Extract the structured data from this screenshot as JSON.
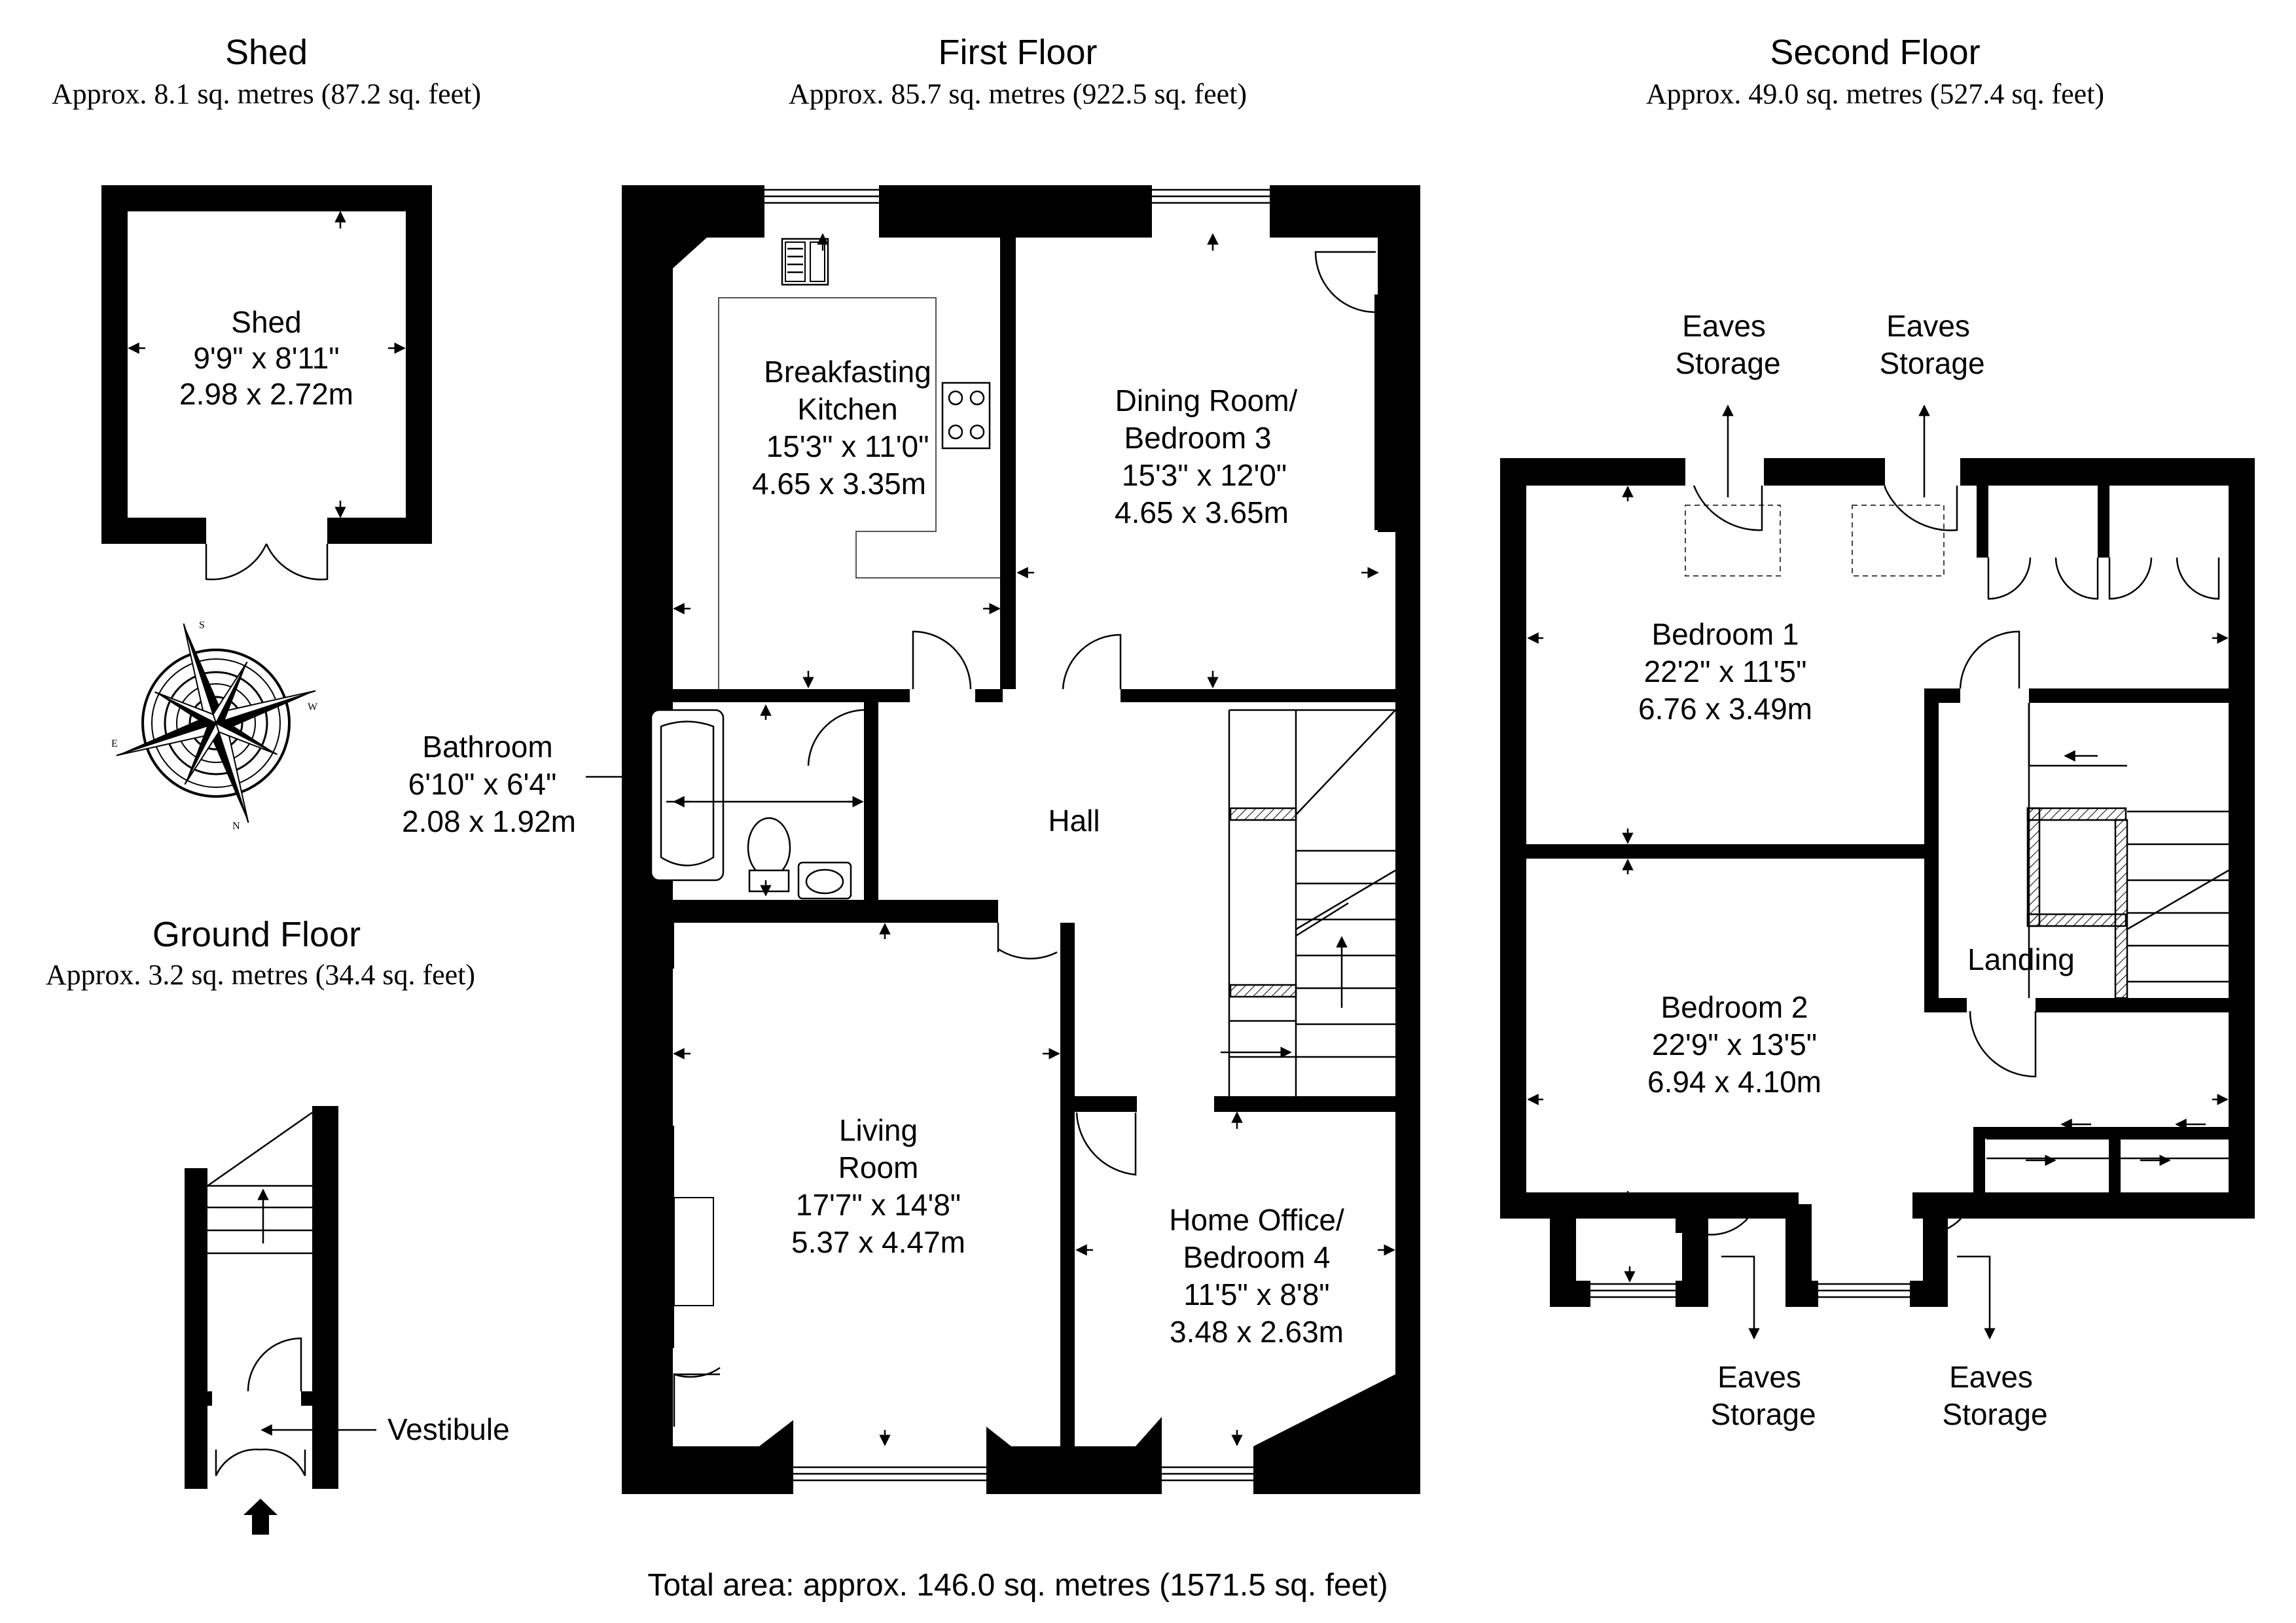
{
  "floors": {
    "shed": {
      "title": "Shed",
      "area": "Approx. 8.1 sq. metres (87.2 sq. feet)"
    },
    "first": {
      "title": "First Floor",
      "area": "Approx. 85.7 sq. metres (922.5 sq. feet)"
    },
    "second": {
      "title": "Second Floor",
      "area": "Approx. 49.0 sq. metres (527.4 sq. feet)"
    },
    "ground": {
      "title": "Ground Floor",
      "area": "Approx. 3.2 sq. metres (34.4 sq. feet)"
    }
  },
  "rooms": {
    "shed": {
      "name": "Shed",
      "imperial": "9'9\" x 8'11\"",
      "metric": "2.98 x 2.72m"
    },
    "kitchen": {
      "name1": "Breakfasting",
      "name2": "Kitchen",
      "imperial": "15'3\" x 11'0\"",
      "metric": "4.65 x 3.35m"
    },
    "dining": {
      "name1": "Dining Room/",
      "name2": "Bedroom 3",
      "imperial": "15'3\" x 12'0\"",
      "metric": "4.65 x 3.65m"
    },
    "bathroom": {
      "name": "Bathroom",
      "imperial": "6'10\" x 6'4\"",
      "metric": "2.08 x 1.92m"
    },
    "hall": {
      "name": "Hall"
    },
    "living": {
      "name1": "Living",
      "name2": "Room",
      "imperial": "17'7\" x 14'8\"",
      "metric": "5.37 x 4.47m"
    },
    "office": {
      "name1": "Home Office/",
      "name2": "Bedroom 4",
      "imperial": "11'5\" x 8'8\"",
      "metric": "3.48 x 2.63m"
    },
    "bedroom1": {
      "name": "Bedroom 1",
      "imperial": "22'2\" x 11'5\"",
      "metric": "6.76 x 3.49m"
    },
    "bedroom2": {
      "name": "Bedroom 2",
      "imperial": "22'9\" x 13'5\"",
      "metric": "6.94 x 4.10m"
    },
    "landing": {
      "name": "Landing"
    },
    "vestibule": {
      "name": "Vestibule"
    }
  },
  "eaves": {
    "line1": "Eaves",
    "line2": "Storage"
  },
  "compass": {
    "n": "N",
    "s": "S",
    "e": "E",
    "w": "W"
  },
  "total": "Total area: approx. 146.0 sq. metres (1571.5 sq. feet)"
}
